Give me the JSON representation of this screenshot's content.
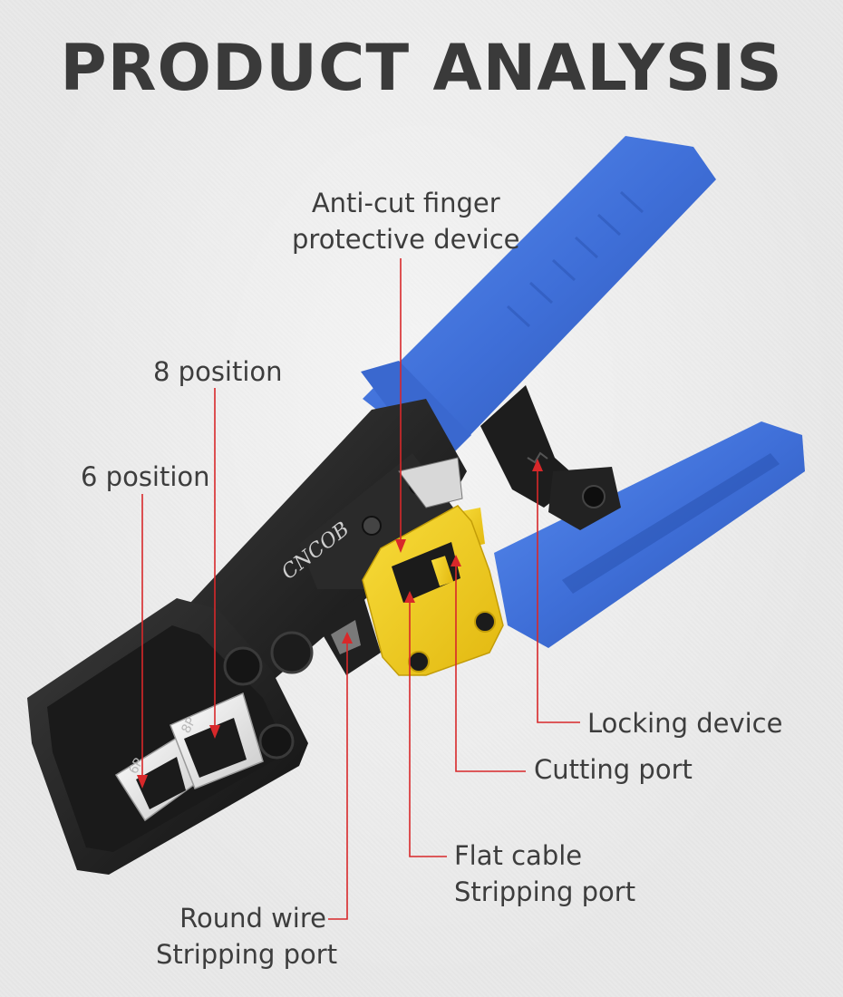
{
  "title": "PRODUCT ANALYSIS",
  "brand_logo": "CNCOB",
  "port_marks": {
    "six": "6P",
    "eight": "8P"
  },
  "colors": {
    "background": "#e9e9e9",
    "handle_blue": "#3f6fd8",
    "body_black": "#1e1e1e",
    "guard_yellow": "#f1cc1c",
    "leader_red": "#d8282a",
    "text": "#3d3d3d"
  },
  "labels": {
    "anti_cut": {
      "line1": "Anti-cut finger",
      "line2": "protective device"
    },
    "eight_position": "8 position",
    "six_position": "6 position",
    "locking_device": "Locking device",
    "cutting_port": "Cutting port",
    "flat_cable": {
      "line1": "Flat cable",
      "line2": "Stripping port"
    },
    "round_wire": {
      "line1": "Round wire",
      "line2": "Stripping port"
    }
  }
}
